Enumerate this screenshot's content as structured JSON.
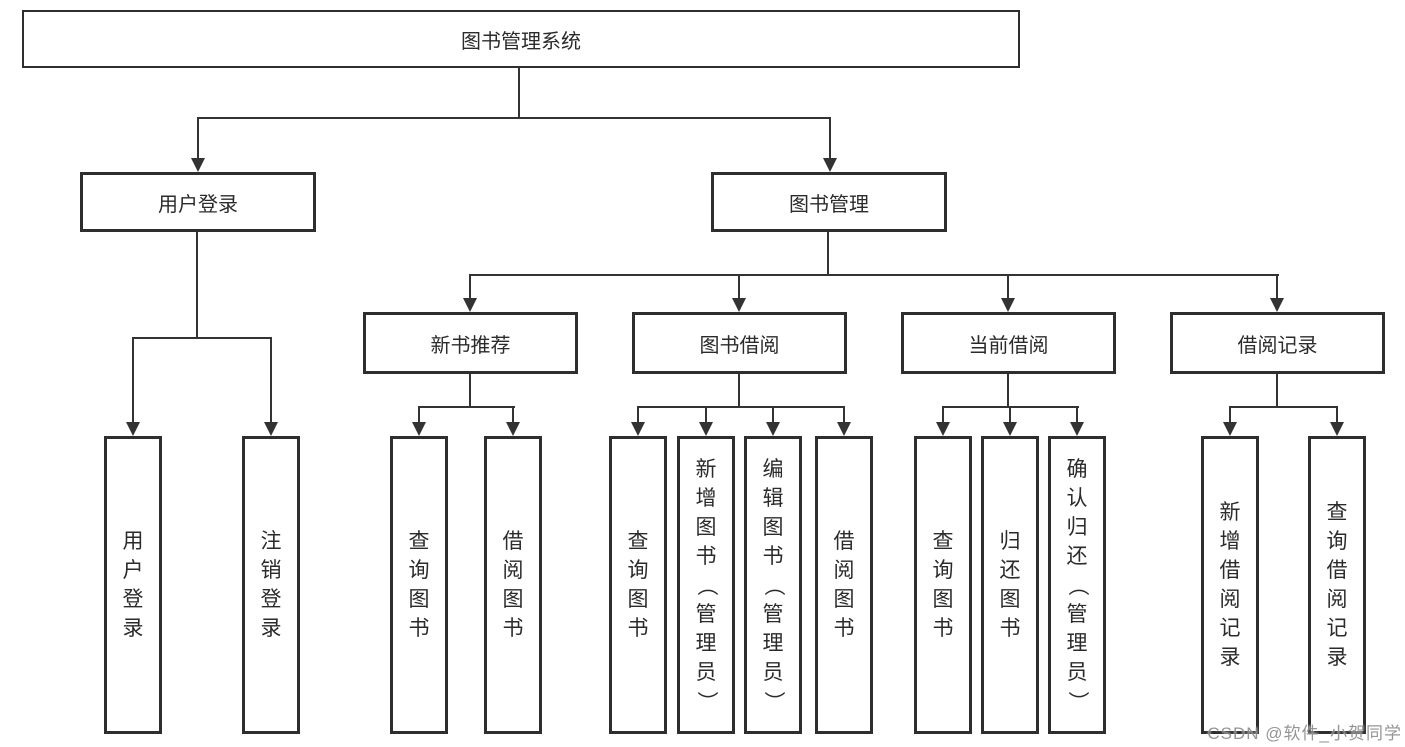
{
  "colors": {
    "line": "#333333",
    "box_border": "#2e2e2e",
    "text": "#2b2b2b",
    "background": "#ffffff",
    "watermark": "#828282"
  },
  "watermark": "CSDN @软件_小贺同学",
  "tree": {
    "label": "图书管理系统",
    "children": [
      {
        "label": "用户登录",
        "children": [
          {
            "label": "用户登录"
          },
          {
            "label": "注销登录"
          }
        ]
      },
      {
        "label": "图书管理",
        "children": [
          {
            "label": "新书推荐",
            "children": [
              {
                "label": "查询图书"
              },
              {
                "label": "借阅图书"
              }
            ]
          },
          {
            "label": "图书借阅",
            "children": [
              {
                "label": "查询图书"
              },
              {
                "label": "新增图书（管理员）"
              },
              {
                "label": "编辑图书（管理员）"
              },
              {
                "label": "借阅图书"
              }
            ]
          },
          {
            "label": "当前借阅",
            "children": [
              {
                "label": "查询图书"
              },
              {
                "label": "归还图书"
              },
              {
                "label": "确认归还（管理员）"
              }
            ]
          },
          {
            "label": "借阅记录",
            "children": [
              {
                "label": "新增借阅记录"
              },
              {
                "label": "查询借阅记录"
              }
            ]
          }
        ]
      }
    ]
  }
}
